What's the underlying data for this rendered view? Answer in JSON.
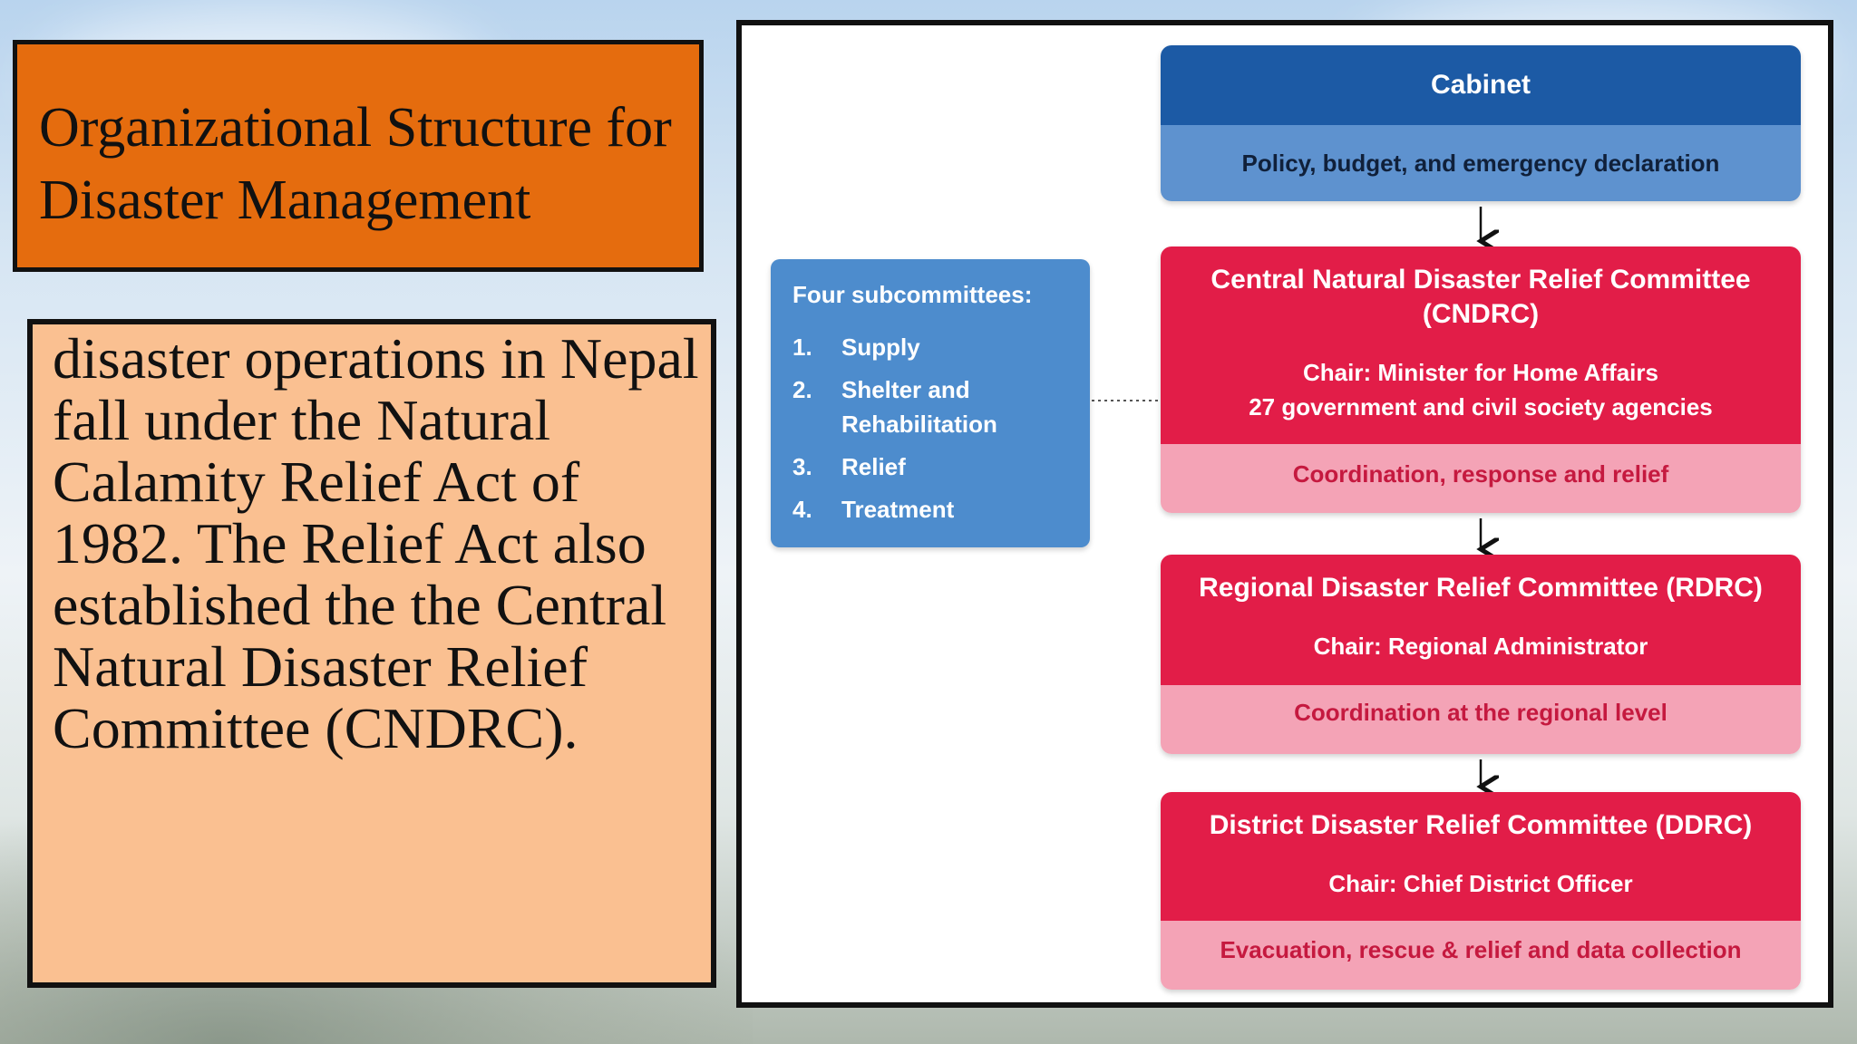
{
  "slide": {
    "title": "Organizational Structure for Disaster Management",
    "body": "disaster operations in Nepal fall under the Natural Calamity Relief Act of 1982. The Relief Act also established the the Central Natural Disaster Relief Committee (CNDRC)."
  },
  "diagram": {
    "cabinet": {
      "title": "Cabinet",
      "role": "Policy, budget, and emergency declaration"
    },
    "cndrc": {
      "title": "Central Natural Disaster Relief Committee (CNDRC)",
      "chair": "Chair: Minister for Home Affairs",
      "members": "27 government and civil society agencies",
      "role": "Coordination, response and relief"
    },
    "rdrc": {
      "title": "Regional Disaster Relief Committee (RDRC)",
      "chair": "Chair: Regional Administrator",
      "role": "Coordination at the regional level"
    },
    "ddrc": {
      "title": "District Disaster Relief Committee (DDRC)",
      "chair": "Chair: Chief District Officer",
      "role": "Evacuation, rescue & relief and data collection"
    },
    "subcommittees": {
      "title": "Four subcommittees:",
      "items": [
        {
          "num": "1.",
          "label": "Supply"
        },
        {
          "num": "2.",
          "label": "Shelter and Rehabilitation"
        },
        {
          "num": "3.",
          "label": "Relief"
        },
        {
          "num": "4.",
          "label": "Treatment"
        }
      ]
    },
    "colors": {
      "cabinet": "#1c5aa5",
      "committee": "#e21d48",
      "subcommittees": "#4d8ccd",
      "title_box": "#e56c0e",
      "body_box": "#fac091"
    }
  }
}
